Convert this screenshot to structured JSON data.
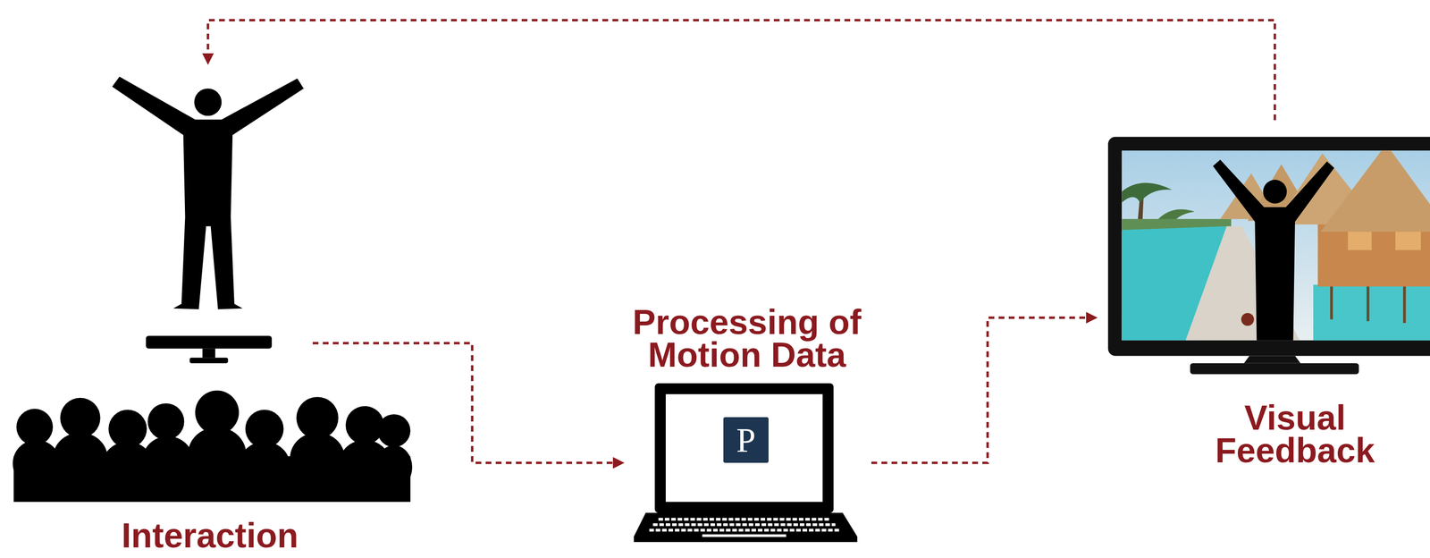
{
  "diagram": {
    "nodes": [
      {
        "text": [
          "Interaction"
        ]
      },
      {
        "text": [
          "Processing of Motion Data",
          "P"
        ]
      },
      {
        "text": [
          "Visual Feedback"
        ]
      }
    ],
    "edges": [
      {
        "from": 0,
        "to": 1,
        "arrow": "to"
      },
      {
        "from": 1,
        "to": 2,
        "arrow": "to"
      },
      {
        "from": 2,
        "to": 0,
        "arrow": "to"
      }
    ]
  }
}
